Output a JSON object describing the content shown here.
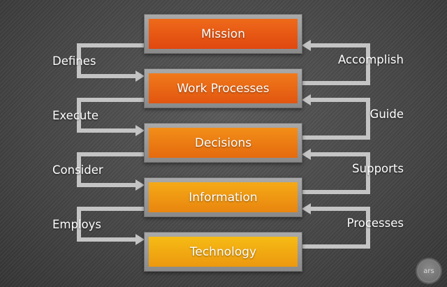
{
  "diagram": {
    "boxes": [
      {
        "label": "Mission",
        "color_top": "#ee6a1a",
        "color_bottom": "#e0470f"
      },
      {
        "label": "Work Processes",
        "color_top": "#f07a1a",
        "color_bottom": "#e25510"
      },
      {
        "label": "Decisions",
        "color_top": "#f28e18",
        "color_bottom": "#e56a0e"
      },
      {
        "label": "Information",
        "color_top": "#f5aa16",
        "color_bottom": "#e9850f"
      },
      {
        "label": "Technology",
        "color_top": "#f6bb14",
        "color_bottom": "#ec980f"
      }
    ],
    "left_connectors": [
      "Defines",
      "Execute",
      "Consider",
      "Employs"
    ],
    "right_connectors": [
      "Accomplish",
      "Guide",
      "Supports",
      "Processes"
    ]
  },
  "badge": {
    "text": "ars"
  },
  "colors": {
    "background": "#4a4a4a",
    "frame": "#9a9a9a",
    "arrow": "#c4c4c4"
  }
}
